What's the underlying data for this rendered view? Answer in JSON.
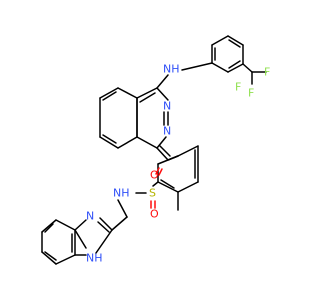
{
  "atoms": {
    "nh_top": "NH",
    "n_ring_1": "N",
    "n_ring_2": "N",
    "f_left": "F",
    "f_right": "F",
    "f_bottom": "F",
    "s": "S",
    "o_top": "O",
    "o_bottom": "O",
    "nh_sulfonamide": "NH",
    "n_imidazole": "N",
    "nh_imidazole": "NH"
  },
  "colors": {
    "carbon": "#000000",
    "nitrogen": "#3050F8",
    "oxygen": "#FF0D0D",
    "sulfur": "#B4B400",
    "fluorine": "#90E050"
  }
}
